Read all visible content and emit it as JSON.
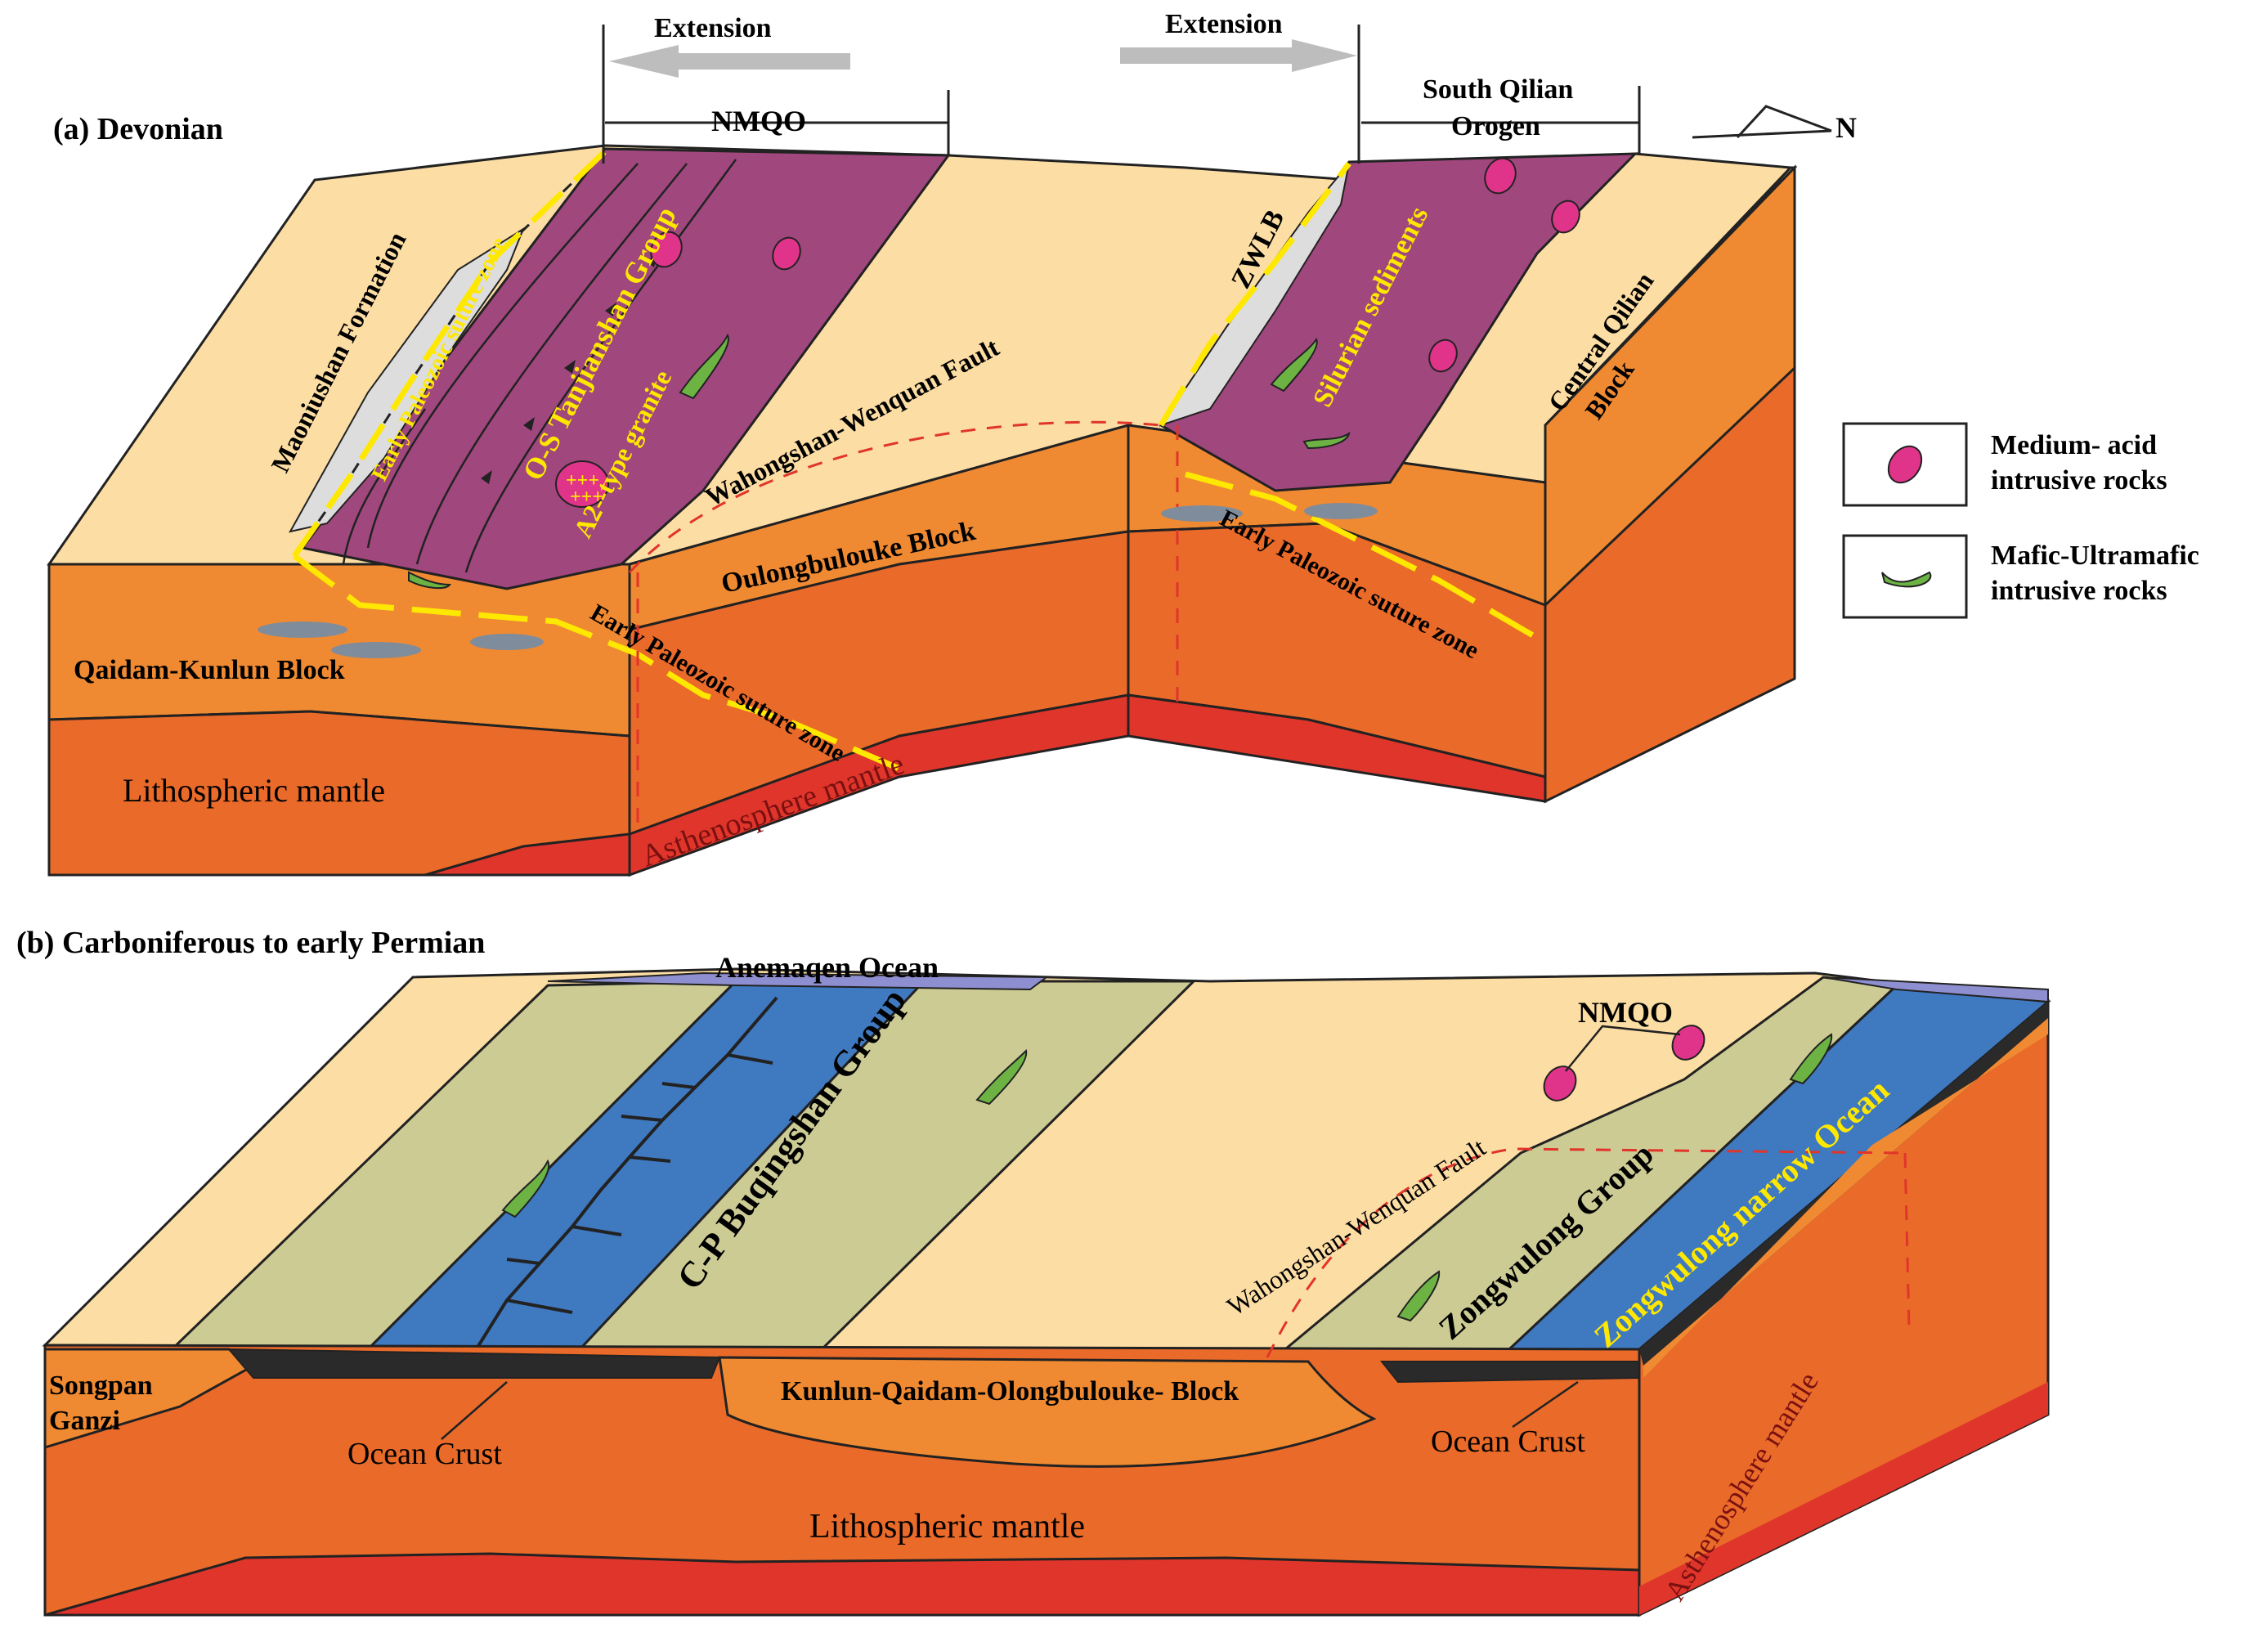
{
  "panel_a": {
    "title": "(a) Devonian",
    "extension_left": "Extension",
    "extension_right": "Extension",
    "nmqo": "NMQO",
    "south_qilian_line1": "South Qilian",
    "south_qilian_line2": "Orogen",
    "north": "N",
    "maoniushan": "Maoniushan Formation",
    "suture_nw": "Early Paleozoic suture zone",
    "tanjianshan": "O-S Tanjianshan Group",
    "a2_granite": "A2--type granite",
    "wahongshan": "Wahongshan-Wenquan Fault",
    "zwlb": "ZWLB",
    "silurian": "Silurian sediments",
    "central_qilian_line1": "Central Qilian",
    "central_qilian_line2": "Block",
    "oulongbulouke": "Oulongbulouke Block",
    "suture_east": "Early Paleozoic suture zone",
    "suture_south": "Early Paleozoic suture zone",
    "qaidam_kunlun": "Qaidam-Kunlun Block",
    "lithospheric": "Lithospheric mantle",
    "asthenosphere": "Asthenosphere mantle"
  },
  "legend": {
    "medium_acid_line1": "Medium- acid",
    "medium_acid_line2": "intrusive rocks",
    "mafic_line1": "Mafic-Ultramafic",
    "mafic_line2": "intrusive rocks"
  },
  "panel_b": {
    "title": "(b) Carboniferous to early Permian",
    "anemaqen": "Anemaqen Ocean",
    "nmqo": "NMQO",
    "buqingshan": "C-P Buqingshan Group",
    "wahongshan": "Wahongshan-Wenquan Fault",
    "zongwulong_group": "Zongwulong Group",
    "zongwulong_ocean": "Zongwulong narrow Ocean",
    "songpan_line1": "Songpan",
    "songpan_line2": "Ganzi",
    "kunlun_block": "Kunlun-Qaidam-Olongbulouke- Block",
    "ocean_crust_left": "Ocean Crust",
    "ocean_crust_right": "Ocean Crust",
    "lithospheric": "Lithospheric mantle",
    "asthenosphere": "Asthenosphere mantle"
  },
  "colors": {
    "sand": "#FCDDA4",
    "crust_orange": "#F08A32",
    "mantle_orange": "#EA6A2A",
    "asthenosphere_red": "#E0352B",
    "purple": "#A0477E",
    "khaki": "#CDCB94",
    "ocean_blue": "#3F79C0",
    "ocean_crust_black": "#2A2A2A",
    "suture_yellow": "#FFE800",
    "intrusive_magenta": "#E0338A",
    "mafic_green": "#6CB344",
    "arrow_grey": "#BDBDBD"
  }
}
